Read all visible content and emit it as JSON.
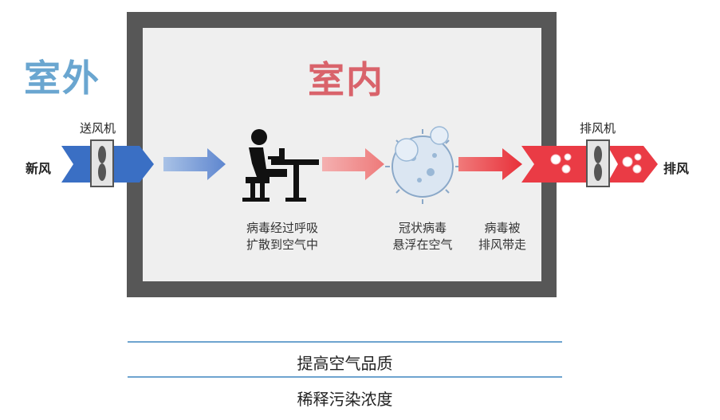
{
  "labels": {
    "outdoor": "室外",
    "indoor": "室内",
    "supply_fan": "送风机",
    "exhaust_fan": "排风机",
    "fresh_air": "新风",
    "exhaust_air": "排风"
  },
  "steps": {
    "person": [
      "病毒经过呼吸",
      "扩散到空气中"
    ],
    "virus": [
      "冠状病毒",
      "悬浮在空气"
    ],
    "exhaust": [
      "病毒被",
      "排风带走"
    ]
  },
  "benefits": [
    "提高空气品质",
    "稀释污染浓度"
  ],
  "colors": {
    "outdoor": "#6aa6d0",
    "indoor": "#d9636b",
    "fresh_air_arrow": "#3a6fc4",
    "exhaust_arrow": "#ea3b45",
    "frame": "#575757"
  },
  "icons": [
    "fan-icon",
    "person-at-desk-icon",
    "virus-icon",
    "bubble-icon"
  ]
}
